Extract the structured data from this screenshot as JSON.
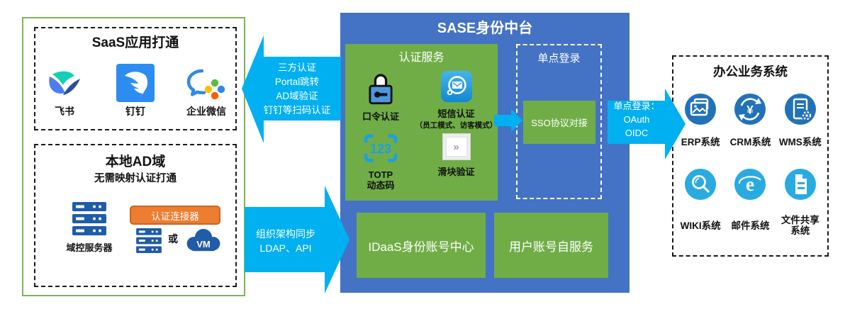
{
  "colors": {
    "sase_blue": "#4472C4",
    "box_green": "#70AD47",
    "outer_green_border": "#7CB454",
    "arrow_cyan": "#00B0F0",
    "connector_orange": "#ED7D31",
    "system_icon_dark_blue": "#2272B9",
    "system_icon_light_blue": "#29ABE2",
    "server_blue": "#1F5CA9"
  },
  "saas_box": {
    "title": "SaaS应用打通",
    "apps": [
      {
        "label": "飞书",
        "icon": "feishu-icon"
      },
      {
        "label": "钉钉",
        "icon": "dingtalk-icon"
      },
      {
        "label": "企业微信",
        "icon": "wechat-work-icon"
      }
    ]
  },
  "ad_box": {
    "title": "本地AD域",
    "subtitle": "无需映射认证打通",
    "server_label": "域控服务器",
    "connector_label": "认证连接器",
    "or_label": "或",
    "vm_label": "VM"
  },
  "arrows": {
    "third_party": {
      "lines": [
        "三方认证",
        "Portal跳转",
        "AD域验证",
        "钉钉等扫码认证"
      ]
    },
    "org_sync": {
      "lines": [
        "组织架构同步",
        "LDAP、API"
      ]
    },
    "sso_out": {
      "lines": [
        "单点登录：",
        "OAuth",
        "OIDC"
      ]
    }
  },
  "sase_box": {
    "title": "SASE身份中台",
    "auth_service": {
      "title": "认证服务",
      "items": [
        {
          "label": "口令认证",
          "icon": "lock-icon"
        },
        {
          "label": "短信认证",
          "sub": "（员工模式、访客模式）",
          "icon": "sms-icon"
        },
        {
          "label": "TOTP",
          "label2": "动态码",
          "icon_text": "123",
          "icon": "totp-icon"
        },
        {
          "label": "滑块验证",
          "icon_glyph": "»",
          "icon": "slider-icon"
        }
      ]
    },
    "sso": {
      "title": "单点登录",
      "box_label": "SSO协议对接"
    },
    "idaas_label": "IDaaS身份账号中心",
    "self_service_label": "用户账号自服务"
  },
  "office_box": {
    "title": "办公业务系统",
    "systems": [
      {
        "label": "ERP系统",
        "icon": "erp-icon"
      },
      {
        "label": "CRM系统",
        "icon": "crm-icon"
      },
      {
        "label": "WMS系统",
        "icon": "wms-icon"
      },
      {
        "label": "WIKI系统",
        "icon": "wiki-icon"
      },
      {
        "label": "邮件系统",
        "icon": "mail-icon"
      },
      {
        "label": "文件共享",
        "label2": "系统",
        "icon": "file-share-icon"
      }
    ]
  }
}
